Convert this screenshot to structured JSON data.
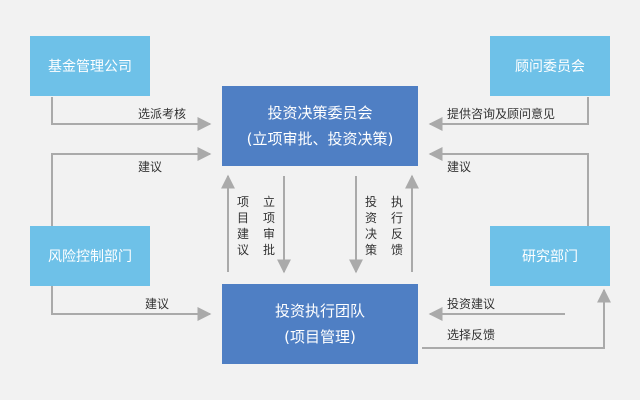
{
  "nodes": {
    "fund_company": "基金管理公司",
    "advisory_committee": "顾问委员会",
    "risk_control": "风险控制部门",
    "research_dept": "研究部门",
    "decision_committee": {
      "line1": "投资决策委员会",
      "line2": "(立项审批、投资决策)"
    },
    "execution_team": {
      "line1": "投资执行团队",
      "line2": "(项目管理)"
    }
  },
  "edges": {
    "select_assess": "选派考核",
    "advice": "提供咨询及顾问意见",
    "risk_suggest_top": "建议",
    "research_suggest_top": "建议",
    "risk_suggest_bottom": "建议",
    "invest_suggest": "投资建议",
    "select_feedback": "选择反馈",
    "project_suggest": "项目建议",
    "approve": "立项审批",
    "decision": "投资决策",
    "exec_feedback": "执行反馈"
  },
  "colors": {
    "light_box": "#6ec1e8",
    "dark_box": "#4f7fc4",
    "line": "#aaaaaa"
  }
}
